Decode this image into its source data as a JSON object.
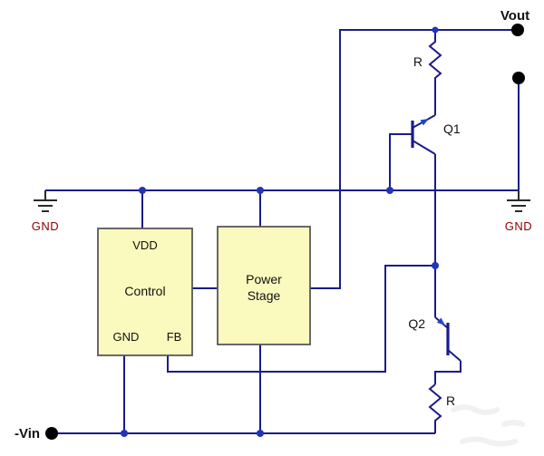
{
  "diagram": {
    "type": "circuit-schematic",
    "description_visible_text_only": true
  },
  "labels": {
    "vout": "Vout",
    "neg_vin": "-Vin",
    "gnd_left": "GND",
    "gnd_right": "GND",
    "r_top": "R",
    "r_bottom": "R",
    "q1": "Q1",
    "q2": "Q2"
  },
  "blocks": {
    "control": {
      "pin_vdd": "VDD",
      "name": "Control",
      "pin_gnd": "GND",
      "pin_fb": "FB"
    },
    "power_stage": {
      "line1": "Power",
      "line2": "Stage"
    }
  },
  "colors": {
    "wire": "#1b1b8a",
    "block_fill": "#fafabe",
    "block_stroke": "#57575c",
    "gnd_label": "#8b0000",
    "junction_dot": "#2233bb",
    "terminal_dot": "#000000",
    "transistor_arrow": "#2244cc",
    "background": "#ffffff"
  }
}
